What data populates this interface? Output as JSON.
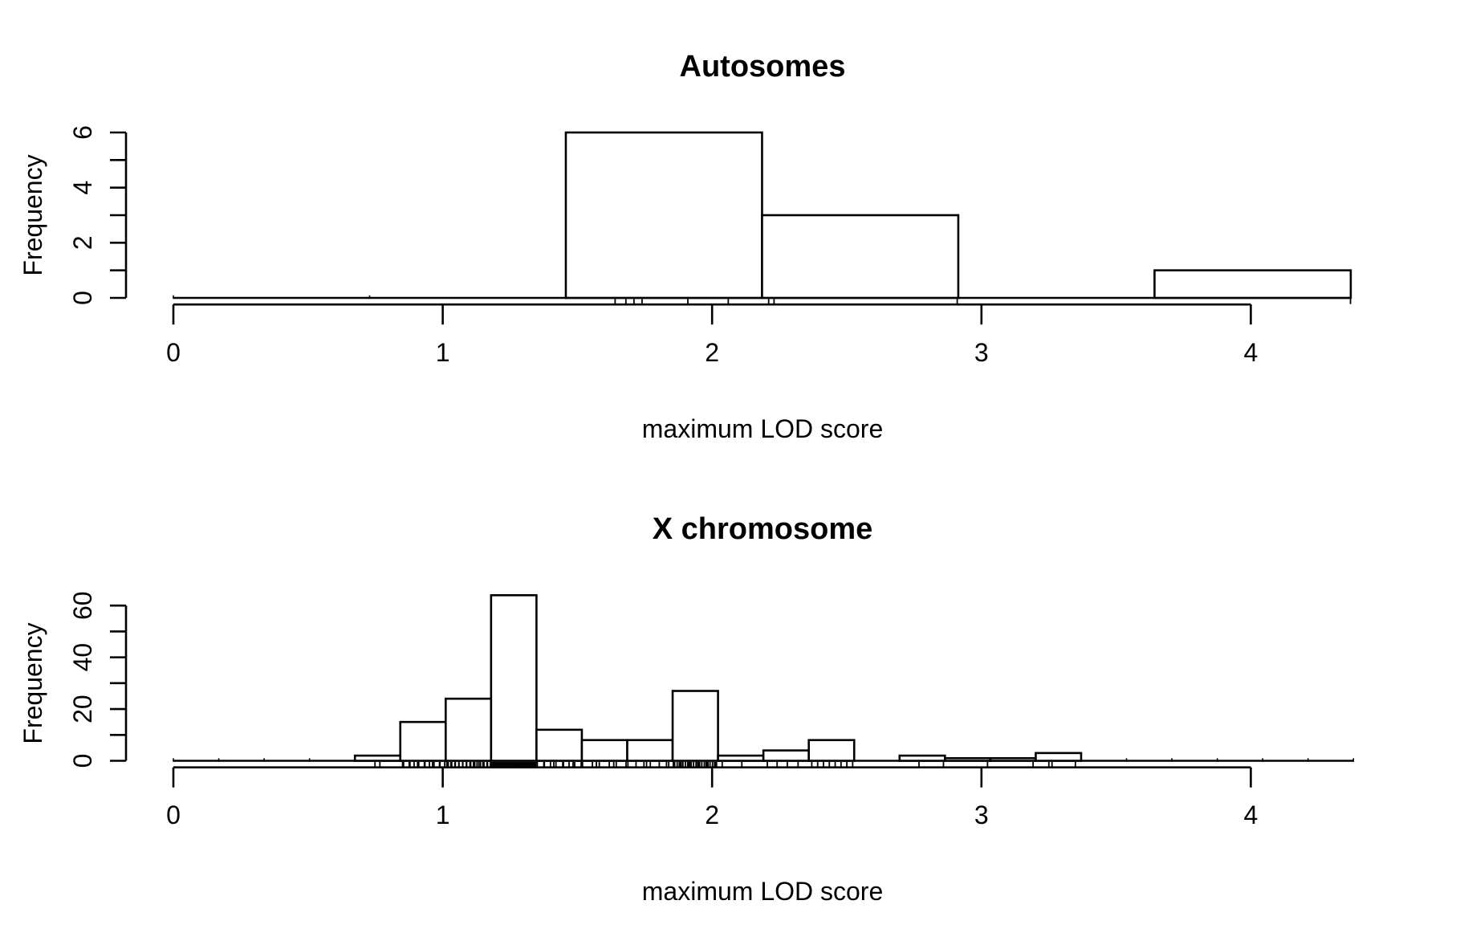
{
  "figure": {
    "background": "#ffffff",
    "ink": "#000000",
    "panel_count": 2,
    "layout": "two stacked R-style histograms with rug marks"
  },
  "chart_data": [
    {
      "type": "bar",
      "subtype": "histogram",
      "title": "Autosomes",
      "xlabel": "maximum LOD score",
      "ylabel": "Frequency",
      "xlim": [
        0,
        4.37
      ],
      "ylim": [
        0,
        6
      ],
      "x_ticks": [
        0,
        1,
        2,
        3,
        4
      ],
      "y_ticks": [
        0,
        1,
        2,
        3,
        4,
        5,
        6
      ],
      "y_labeled_ticks": [
        0,
        2,
        4,
        6
      ],
      "grid": false,
      "legend": null,
      "bar_fill": "#ffffff",
      "bar_stroke": "#000000",
      "bins": {
        "start": 0,
        "width": 0.7285,
        "counts": [
          0,
          0,
          6,
          3,
          0,
          1
        ]
      },
      "rug_values": [
        1.64,
        1.68,
        1.71,
        1.74,
        1.91,
        2.06,
        2.21,
        2.23,
        2.91,
        4.37
      ]
    },
    {
      "type": "bar",
      "subtype": "histogram",
      "title": "X chromosome",
      "xlabel": "maximum LOD score",
      "ylabel": "Frequency",
      "xlim": [
        0,
        4.38
      ],
      "ylim": [
        0,
        60
      ],
      "x_ticks": [
        0,
        1,
        2,
        3,
        4
      ],
      "y_ticks": [
        0,
        10,
        20,
        30,
        40,
        50,
        60
      ],
      "y_labeled_ticks": [
        0,
        20,
        40,
        60
      ],
      "grid": false,
      "legend": null,
      "bar_fill": "#ffffff",
      "bar_stroke": "#000000",
      "bins": {
        "start": 0,
        "width": 0.1685,
        "counts": [
          0,
          0,
          0,
          0,
          2,
          15,
          24,
          64,
          12,
          8,
          8,
          27,
          2,
          4,
          8,
          0,
          2,
          1,
          1,
          3,
          0,
          0,
          0,
          0,
          0,
          0
        ]
      },
      "rug_values": null,
      "rug_from_counts": true
    }
  ]
}
